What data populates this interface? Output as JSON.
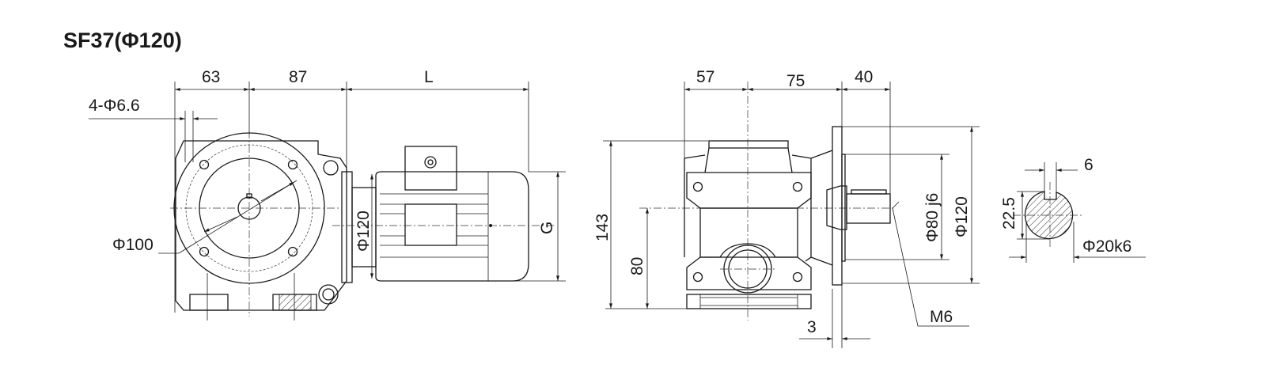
{
  "title": "SF37(Φ120)",
  "side_view": {
    "dim_63": "63",
    "dim_87": "87",
    "dim_L": "L",
    "holes": "4-Φ6.6",
    "bolt_circle": "Φ100",
    "flange_dia": "Φ120",
    "dim_G": "G"
  },
  "front_view": {
    "dim_57": "57",
    "dim_75": "75",
    "dim_40": "40",
    "dim_143": "143",
    "dim_80": "80",
    "shaft_dia": "Φ80 j6",
    "flange_dia": "Φ120",
    "thread": "M6",
    "dim_3": "3"
  },
  "shaft_section": {
    "key_width": "6",
    "key_height": "22.5",
    "shaft_dia": "Φ20k6"
  }
}
